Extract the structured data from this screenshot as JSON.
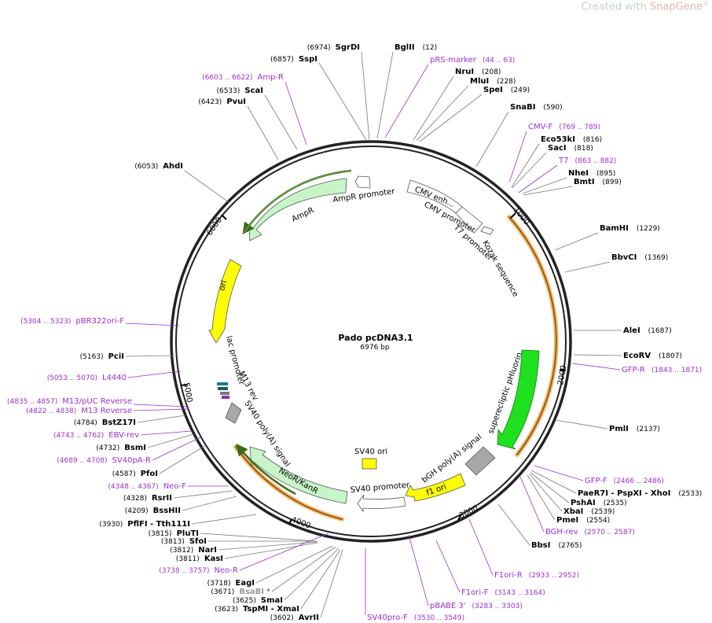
{
  "watermark": {
    "prefix": "Created with ",
    "brand": "SnapGene",
    "reg": "®"
  },
  "plasmid": {
    "name": "Pado pcDNA3.1",
    "length": "6976 bp"
  },
  "ticks": [
    "1000",
    "2000",
    "3000",
    "4000",
    "5000",
    "6000"
  ],
  "colors": {
    "site": "#000000",
    "primer": "#9b30d0",
    "leader": "#777777"
  },
  "features": {
    "cmv_enh": "CMV enh...",
    "cmv_promoter": "CMV promoter",
    "t7_promoter": "T7 promoter",
    "kozak": "Kozak sequence",
    "pHluorin": "superecliptic pHluorin",
    "bgh": "bGH poly(A) signal",
    "f1ori": "f1 ori",
    "sv40_promoter": "SV40 promoter",
    "sv40_ori": "SV40 ori",
    "neor": "NeoR/KanR",
    "sv40_polya": "SV40 poly(A) signal",
    "m13rev": "M13 rev",
    "lac_promoter": "lac promoter",
    "ori": "ori",
    "ampr": "AmpR",
    "ampr_promoter": "AmpR promoter"
  },
  "labels": [
    {
      "kind": "site",
      "pos": "(6974)",
      "name": "SgrDI"
    },
    {
      "kind": "site",
      "name": "BglII",
      "pos": "(12)"
    },
    {
      "kind": "site",
      "pos": "(6857)",
      "name": "SspI"
    },
    {
      "kind": "primer",
      "name": "pRS-marker",
      "pos": "(44 .. 63)"
    },
    {
      "kind": "primer",
      "pos": "(6603 .. 6622)",
      "name": "Amp-R"
    },
    {
      "kind": "site",
      "name": "NruI",
      "pos": "(208)"
    },
    {
      "kind": "site",
      "name": "MluI",
      "pos": "(228)"
    },
    {
      "kind": "site",
      "pos": "(6533)",
      "name": "ScaI"
    },
    {
      "kind": "site",
      "name": "SpeI",
      "pos": "(249)"
    },
    {
      "kind": "site",
      "pos": "(6423)",
      "name": "PvuI"
    },
    {
      "kind": "site",
      "name": "SnaBI",
      "pos": "(590)"
    },
    {
      "kind": "primer",
      "name": "CMV-F",
      "pos": "(769 .. 789)"
    },
    {
      "kind": "site",
      "name": "Eco53kI",
      "pos": "(816)"
    },
    {
      "kind": "site",
      "name": "SacI",
      "pos": "(818)"
    },
    {
      "kind": "primer",
      "name": "T7",
      "pos": "(863 .. 882)"
    },
    {
      "kind": "site",
      "pos": "(6053)",
      "name": "AhdI"
    },
    {
      "kind": "site",
      "name": "NheI",
      "pos": "(895)"
    },
    {
      "kind": "site",
      "name": "BmtI",
      "pos": "(899)"
    },
    {
      "kind": "site",
      "name": "BamHI",
      "pos": "(1229)"
    },
    {
      "kind": "site",
      "name": "BbvCI",
      "pos": "(1369)"
    },
    {
      "kind": "primer",
      "pos": "(5304 .. 5323)",
      "name": "pBR322ori-F"
    },
    {
      "kind": "site",
      "name": "AleI",
      "pos": "(1687)"
    },
    {
      "kind": "site",
      "pos": "(5163)",
      "name": "PciI"
    },
    {
      "kind": "site",
      "name": "EcoRV",
      "pos": "(1807)"
    },
    {
      "kind": "primer",
      "name": "GFP-R",
      "pos": "(1843 .. 1871)"
    },
    {
      "kind": "primer",
      "pos": "(5053 .. 5070)",
      "name": "L4440"
    },
    {
      "kind": "primer",
      "pos": "(4835 .. 4857)",
      "name": "M13/pUC Reverse"
    },
    {
      "kind": "primer",
      "pos": "(4822 .. 4838)",
      "name": "M13 Reverse"
    },
    {
      "kind": "site",
      "pos": "(4784)",
      "name": "BstZ17I"
    },
    {
      "kind": "site",
      "name": "PmlI",
      "pos": "(2137)"
    },
    {
      "kind": "primer",
      "pos": "(4743 .. 4762)",
      "name": "EBV-rev"
    },
    {
      "kind": "site",
      "pos": "(4732)",
      "name": "BsmI"
    },
    {
      "kind": "primer",
      "pos": "(4689 .. 4708)",
      "name": "SV40pA-R"
    },
    {
      "kind": "site",
      "pos": "(4587)",
      "name": "PfoI"
    },
    {
      "kind": "primer",
      "name": "GFP-F",
      "pos": "(2466 .. 2486)"
    },
    {
      "kind": "primer",
      "pos": "(4348 .. 4367)",
      "name": "Neo-F"
    },
    {
      "kind": "site",
      "name": "PaeR7I - PspXI - XhoI",
      "pos": "(2533)"
    },
    {
      "kind": "site",
      "pos": "(4328)",
      "name": "RsrII"
    },
    {
      "kind": "site",
      "name": "PshAI",
      "pos": "(2535)"
    },
    {
      "kind": "site",
      "name": "XbaI",
      "pos": "(2539)"
    },
    {
      "kind": "site",
      "pos": "(4209)",
      "name": "BssHII"
    },
    {
      "kind": "site",
      "name": "PmeI",
      "pos": "(2554)"
    },
    {
      "kind": "site",
      "pos": "(3930)",
      "name": "PflFI - Tth111I"
    },
    {
      "kind": "primer",
      "name": "BGH-rev",
      "pos": "(2570 .. 2587)"
    },
    {
      "kind": "site",
      "pos": "(3815)",
      "name": "PluTI"
    },
    {
      "kind": "site",
      "pos": "(3813)",
      "name": "SfoI"
    },
    {
      "kind": "site",
      "name": "BbsI",
      "pos": "(2765)"
    },
    {
      "kind": "site",
      "pos": "(3812)",
      "name": "NarI"
    },
    {
      "kind": "site",
      "pos": "(3811)",
      "name": "KasI"
    },
    {
      "kind": "primer",
      "pos": "(3738 .. 3757)",
      "name": "Neo-R"
    },
    {
      "kind": "primer",
      "name": "F1ori-R",
      "pos": "(2933 .. 2952)"
    },
    {
      "kind": "site",
      "pos": "(3718)",
      "name": "EagI"
    },
    {
      "kind": "site",
      "pos": "(3671)",
      "name": "BsaBI",
      "suffix": "*",
      "muted": true
    },
    {
      "kind": "primer",
      "name": "F1ori-F",
      "pos": "(3143 .. 3164)"
    },
    {
      "kind": "site",
      "pos": "(3625)",
      "name": "SmaI"
    },
    {
      "kind": "primer",
      "name": "pBABE 3'",
      "pos": "(3283 .. 3303)"
    },
    {
      "kind": "site",
      "pos": "(3623)",
      "name": "TspMI - XmaI"
    },
    {
      "kind": "site",
      "pos": "(3602)",
      "name": "AvrII"
    },
    {
      "kind": "primer",
      "name": "SV40pro-F",
      "pos": "(3530 .. 3549)"
    }
  ]
}
